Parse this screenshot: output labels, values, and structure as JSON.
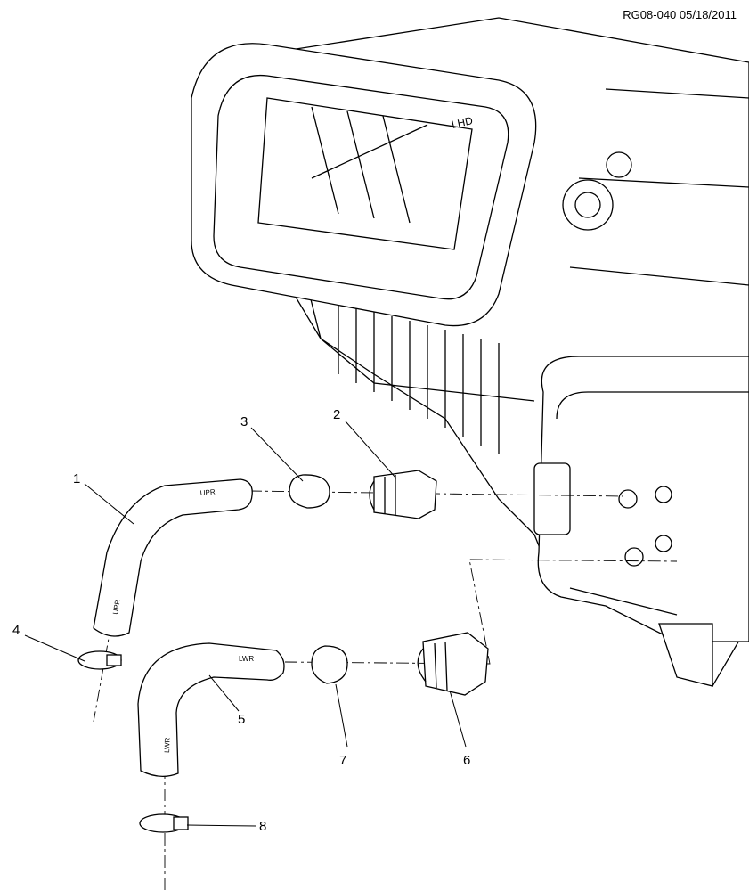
{
  "header": {
    "reference": "RG08-040 05/18/2011"
  },
  "embossed": {
    "lhd": "LHD",
    "upper": "UPR",
    "lower": "LWR"
  },
  "callouts": [
    {
      "id": "1",
      "label": "1"
    },
    {
      "id": "2",
      "label": "2"
    },
    {
      "id": "3",
      "label": "3"
    },
    {
      "id": "4",
      "label": "4"
    },
    {
      "id": "5",
      "label": "5"
    },
    {
      "id": "6",
      "label": "6"
    },
    {
      "id": "7",
      "label": "7"
    },
    {
      "id": "8",
      "label": "8"
    }
  ]
}
